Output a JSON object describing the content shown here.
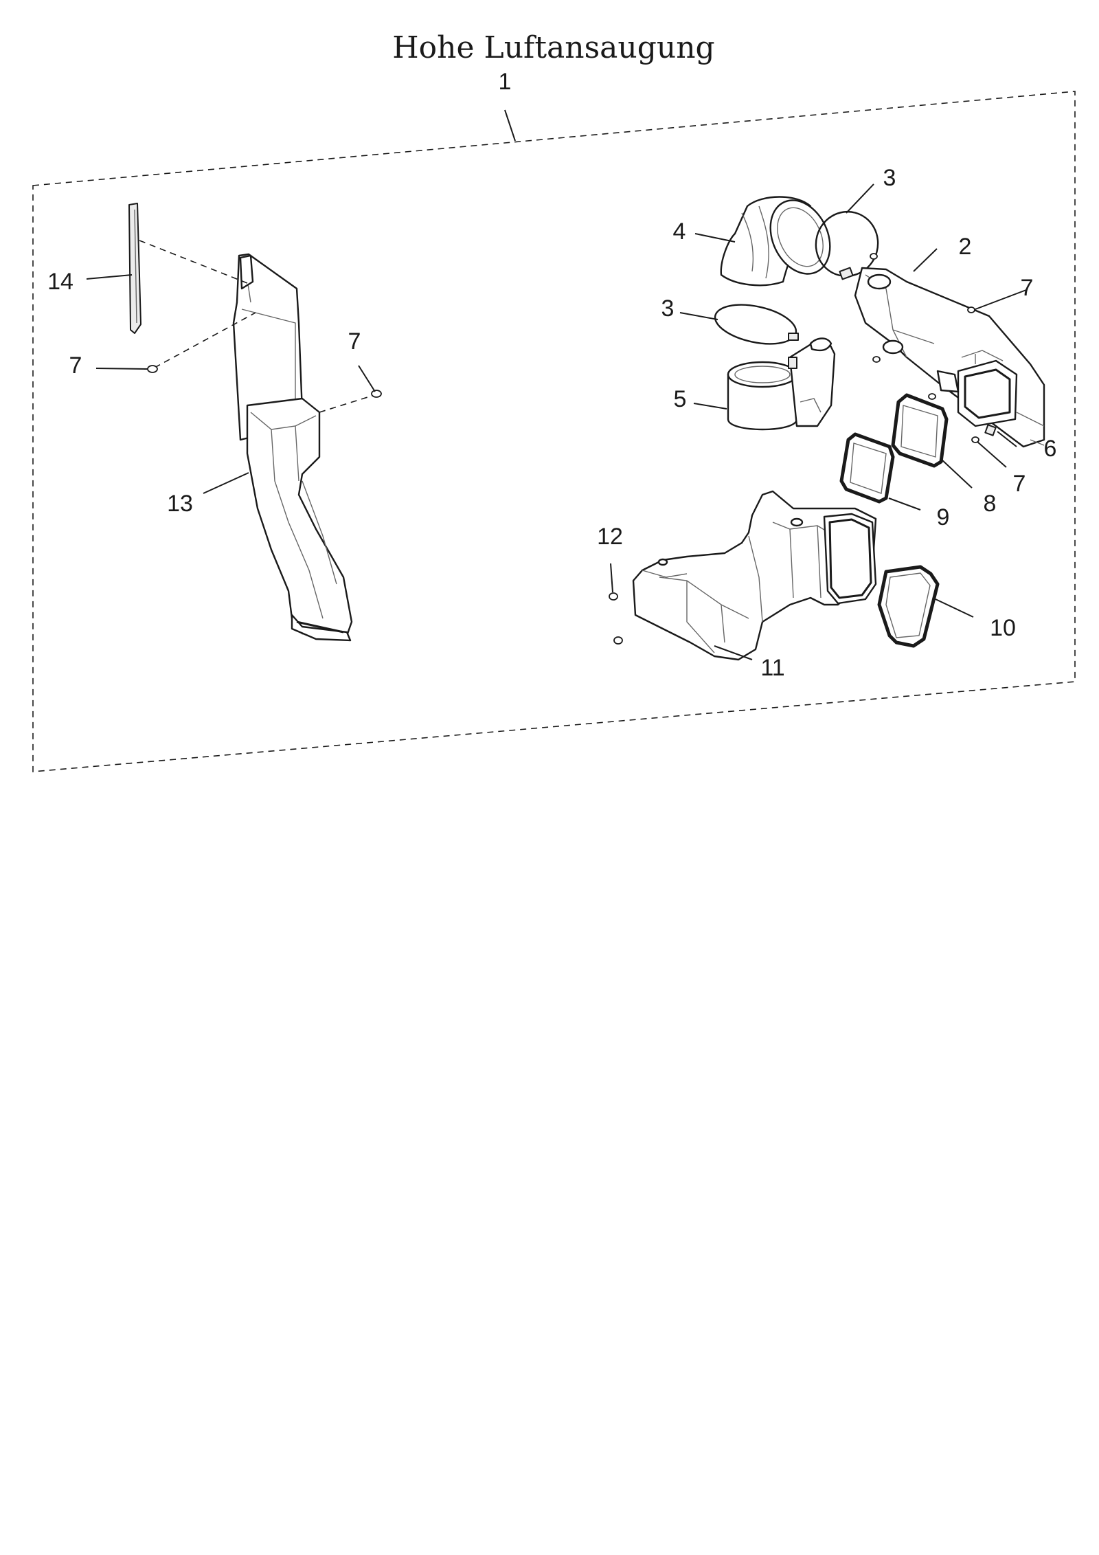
{
  "diagram": {
    "title": "Hohe Luftansaugung",
    "callouts": [
      {
        "id": "c1",
        "label": "1"
      },
      {
        "id": "c2",
        "label": "2"
      },
      {
        "id": "c3a",
        "label": "3"
      },
      {
        "id": "c3b",
        "label": "3"
      },
      {
        "id": "c4",
        "label": "4"
      },
      {
        "id": "c5",
        "label": "5"
      },
      {
        "id": "c6",
        "label": "6"
      },
      {
        "id": "c7a",
        "label": "7"
      },
      {
        "id": "c7b",
        "label": "7"
      },
      {
        "id": "c7c",
        "label": "7"
      },
      {
        "id": "c7d",
        "label": "7"
      },
      {
        "id": "c8",
        "label": "8"
      },
      {
        "id": "c9",
        "label": "9"
      },
      {
        "id": "c10",
        "label": "10"
      },
      {
        "id": "c11",
        "label": "11"
      },
      {
        "id": "c12",
        "label": "12"
      },
      {
        "id": "c13",
        "label": "13"
      },
      {
        "id": "c14",
        "label": "14"
      }
    ]
  }
}
